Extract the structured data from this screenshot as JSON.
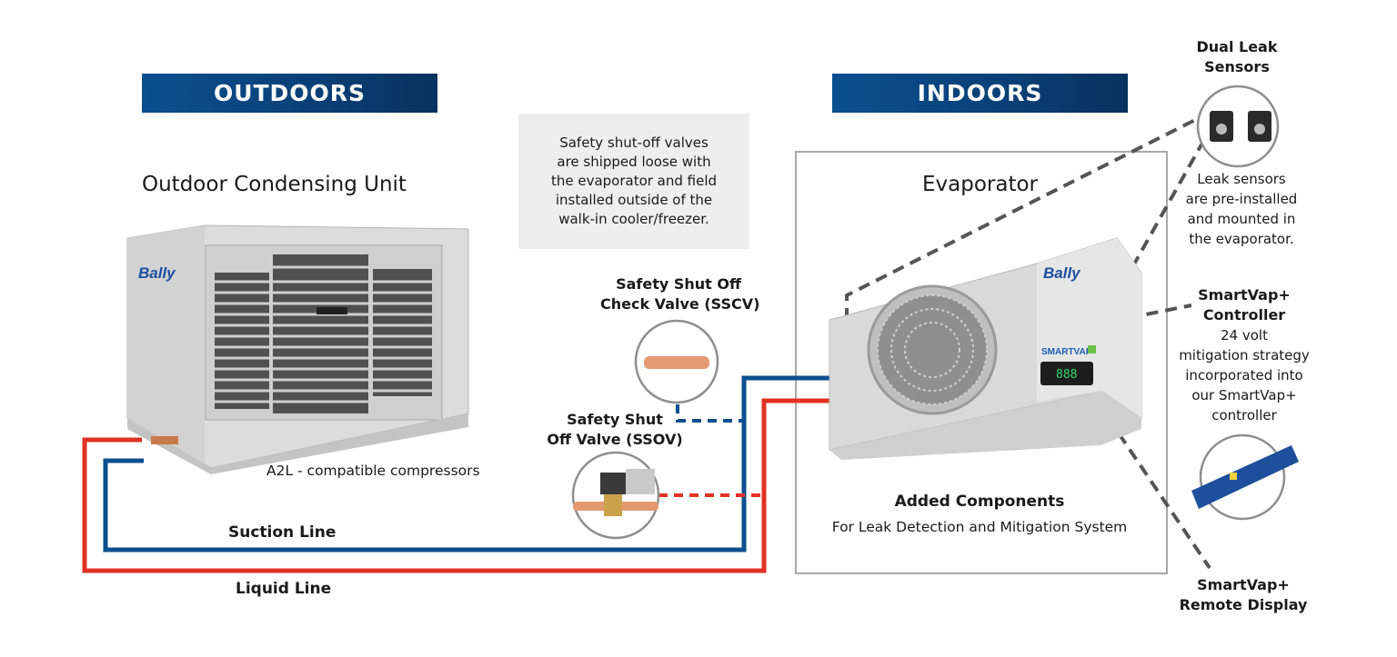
{
  "banners": {
    "outdoors": "OUTDOORS",
    "indoors": "INDOORS"
  },
  "outdoor": {
    "title": "Outdoor Condensing Unit",
    "compressor_caption": "A2L - compatible compressors",
    "brand": "Bally"
  },
  "note": {
    "lines": [
      "Safety shut-off valves",
      "are shipped loose with",
      "the evaporator and field",
      "installed outside of the",
      "walk-in cooler/freezer."
    ]
  },
  "valves": {
    "sscv": {
      "line1": "Safety Shut Off",
      "line2": "Check Valve (SSCV)"
    },
    "ssov": {
      "line1": "Safety Shut",
      "line2": "Off Valve (SSOV)"
    }
  },
  "evaporator": {
    "title": "Evaporator",
    "brand": "Bally",
    "smartvap_logo": "SMARTVAP",
    "display_value": "888",
    "added_title": "Added Components",
    "added_subtitle": "For Leak Detection and Mitigation System"
  },
  "sensors": {
    "title_line1": "Dual Leak",
    "title_line2": "Sensors",
    "desc": [
      "Leak sensors",
      "are pre-installed",
      "and mounted in",
      "the evaporator."
    ]
  },
  "controller": {
    "title_line1": "SmartVap+",
    "title_line2": "Controller",
    "desc": [
      "24 volt",
      "mitigation strategy",
      "incorporated into",
      "our SmartVap+",
      "controller"
    ]
  },
  "remote_display": {
    "title_line1": "SmartVap+",
    "title_line2": "Remote Display"
  },
  "lines": {
    "suction": "Suction Line",
    "liquid": "Liquid Line"
  },
  "colors": {
    "suction": "#0b4f8e",
    "liquid": "#e03222",
    "banner": "#0a3f76",
    "leader": "#555555",
    "box_border": "#a8a8a8",
    "note_bg": "#eeeeee"
  }
}
